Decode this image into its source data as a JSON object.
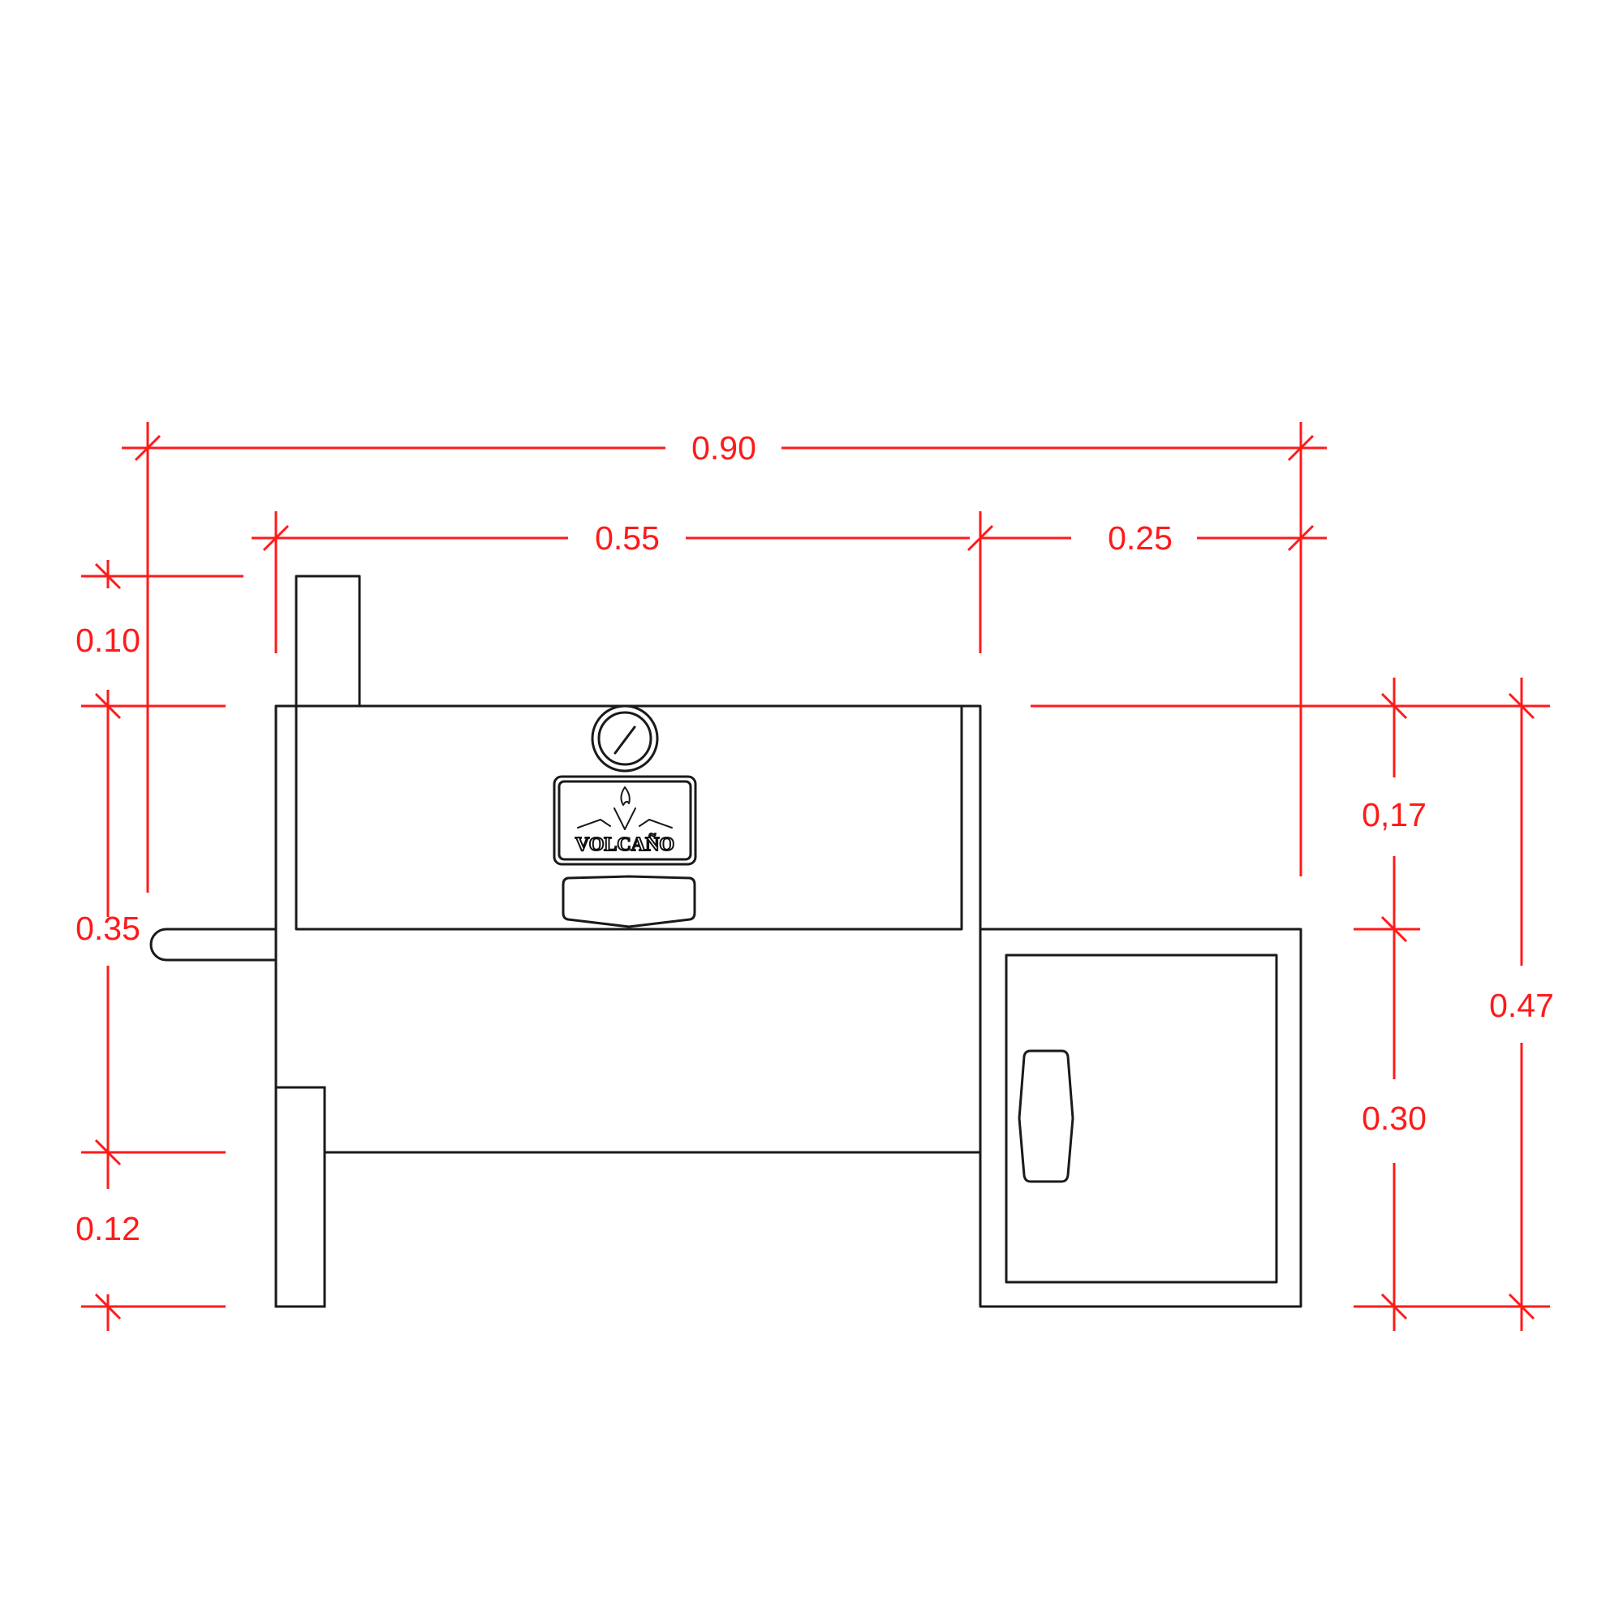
{
  "brand": {
    "logo_text": "VOLCAÑO"
  },
  "colors": {
    "dimension": "#ff1a1a",
    "outline": "#1a1a1a",
    "background": "#ffffff"
  },
  "icons": {
    "gauge": "thermometer-gauge-icon",
    "logo": "volcano-flame-logo-icon"
  },
  "dimensions": {
    "total_width": "0.90",
    "chamber_width": "0.55",
    "firebox_width": "0.25",
    "chimney_height": "0.10",
    "body_height": "0.35",
    "leg_height": "0.12",
    "lid_height": "0,17",
    "firebox_height": "0.30",
    "total_height": "0.47"
  }
}
